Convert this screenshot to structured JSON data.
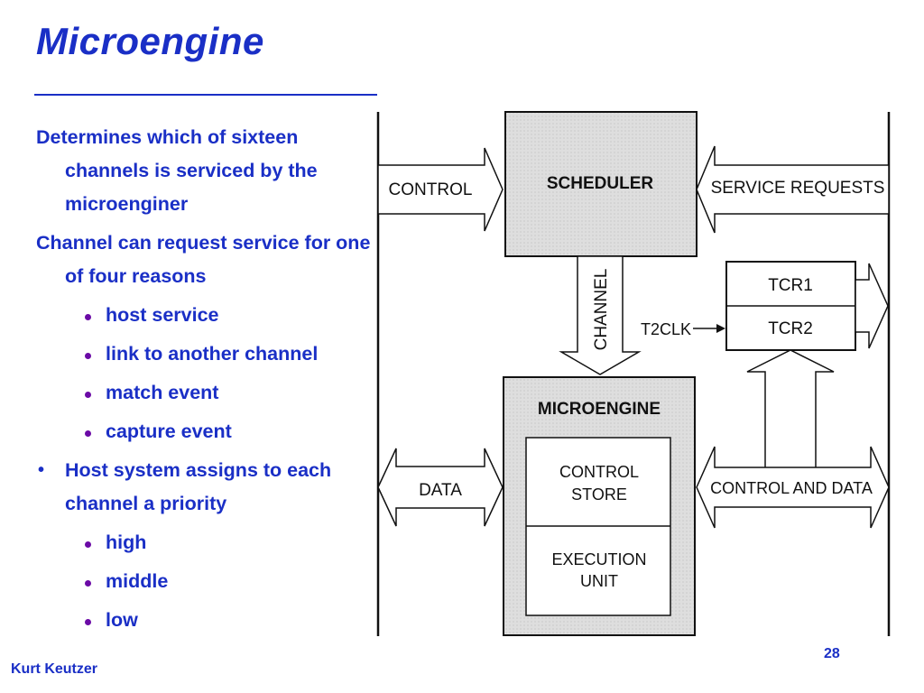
{
  "title": "Microengine",
  "bullets": [
    {
      "level": 1,
      "marker": "",
      "text": "Determines which of sixteen channels is serviced by the microenginer"
    },
    {
      "level": 1,
      "marker": "",
      "text": "Channel can request service for one of four reasons"
    },
    {
      "level": 2,
      "marker": "dot",
      "text": "host service"
    },
    {
      "level": 2,
      "marker": "dot",
      "text": "link to another channel"
    },
    {
      "level": 2,
      "marker": "dot",
      "text": "match event"
    },
    {
      "level": 2,
      "marker": "dot",
      "text": "capture event"
    },
    {
      "level": 1,
      "marker": "•",
      "text": "Host system assigns to each channel a priority"
    },
    {
      "level": 2,
      "marker": "dot",
      "text": "high"
    },
    {
      "level": 2,
      "marker": "dot",
      "text": "middle"
    },
    {
      "level": 2,
      "marker": "dot",
      "text": "low"
    }
  ],
  "diagram": {
    "scheduler": "SCHEDULER",
    "control": "CONTROL",
    "service_requests": "SERVICE REQUESTS",
    "channel": "CHANNEL",
    "t2clk": "T2CLK",
    "tcr1": "TCR1",
    "tcr2": "TCR2",
    "microengine": "MICROENGINE",
    "control_store_line1": "CONTROL",
    "control_store_line2": "STORE",
    "execution_unit_line1": "EXECUTION",
    "execution_unit_line2": "UNIT",
    "data": "DATA",
    "control_and_data": "CONTROL AND DATA"
  },
  "footer": {
    "author": "Kurt Keutzer",
    "page_number": "28"
  },
  "colors": {
    "text_blue": "#1a2fc6",
    "sub_bullet_purple": "#6b0aa6",
    "block_fill": "#dcdcdc"
  }
}
